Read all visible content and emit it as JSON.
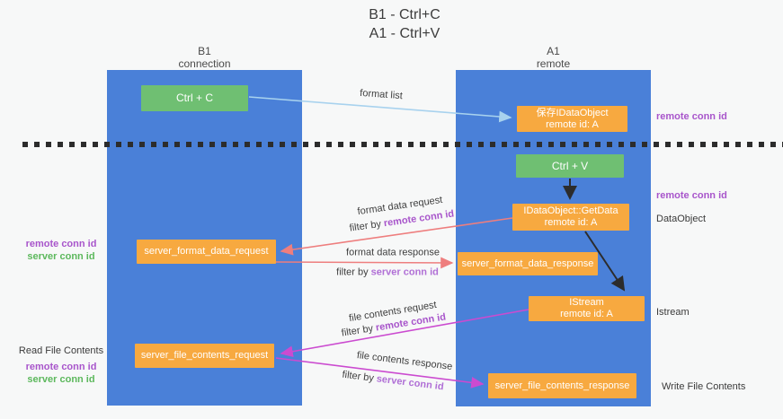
{
  "title": {
    "line1": "B1 - Ctrl+C",
    "line2": "A1 - Ctrl+V"
  },
  "columns": {
    "left": {
      "name": "B1",
      "subtitle": "connection"
    },
    "right": {
      "name": "A1",
      "subtitle": "remote"
    }
  },
  "nodes": {
    "ctrl_c": "Ctrl + C",
    "ctrl_v": "Ctrl + V",
    "save_dataobject_line1": "保存IDataObject",
    "save_dataobject_line2": "remote id: A",
    "getdata_line1": "IDataObject::GetData",
    "getdata_line2": "remote id: A",
    "istream_line1": "IStream",
    "istream_line2": "remote id: A",
    "format_request": "server_format_data_request",
    "format_response": "server_format_data_response",
    "file_request": "server_file_contents_request",
    "file_response": "server_file_contents_response"
  },
  "side_labels": {
    "right_remote_conn_id_top": "remote conn id",
    "right_remote_conn_id_mid": "remote conn id",
    "dataobject": "DataObject",
    "istream": "Istream",
    "write_file_contents": "Write File Contents",
    "left_remote_conn_id_1": "remote conn id",
    "left_server_conn_id_1": "server conn id",
    "read_file_contents": "Read File Contents",
    "left_remote_conn_id_2": "remote conn id",
    "left_server_conn_id_2": "server conn id"
  },
  "arrow_labels": {
    "format_list": "format list",
    "format_data_request": "format data request",
    "format_data_response": "format data response",
    "file_contents_request": "file contents request",
    "file_contents_response": "file contents response",
    "filter_prefix": "filter by ",
    "filter1_id": "remote conn id",
    "filter2_id": "server conn id",
    "filter3_id": "remote conn id",
    "filter4_id": "server conn id"
  },
  "colors": {
    "background": "#f7f8f8",
    "column_blue": "#4a80d8",
    "box_orange": "#f7a940",
    "box_green": "#6fbf72",
    "arrow_light_blue": "#a8d2ee",
    "arrow_salmon": "#ee7e7e",
    "arrow_magenta": "#cb4bd0",
    "arrow_black": "#2c2c2c",
    "label_purple": "#a855cb",
    "label_green": "#5cb85c"
  }
}
